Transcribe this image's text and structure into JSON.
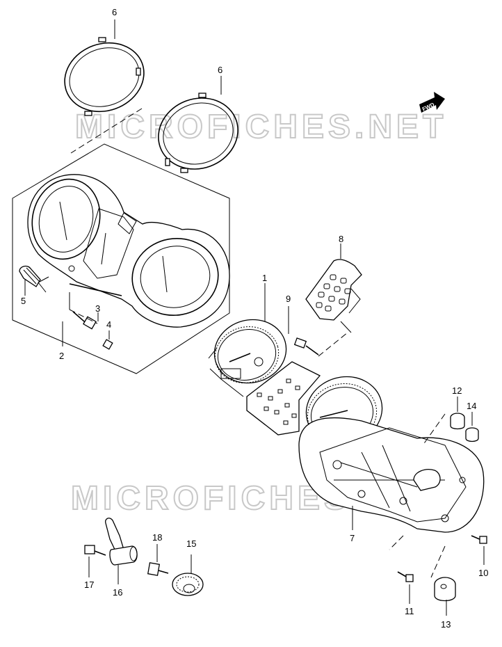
{
  "watermark": "MICROFICHES.NET",
  "fwd_label": "FWD",
  "callouts": [
    "1",
    "2",
    "3",
    "4",
    "5",
    "6",
    "7",
    "8",
    "9",
    "10",
    "11",
    "12",
    "13",
    "14",
    "15",
    "16",
    "17",
    "18"
  ]
}
